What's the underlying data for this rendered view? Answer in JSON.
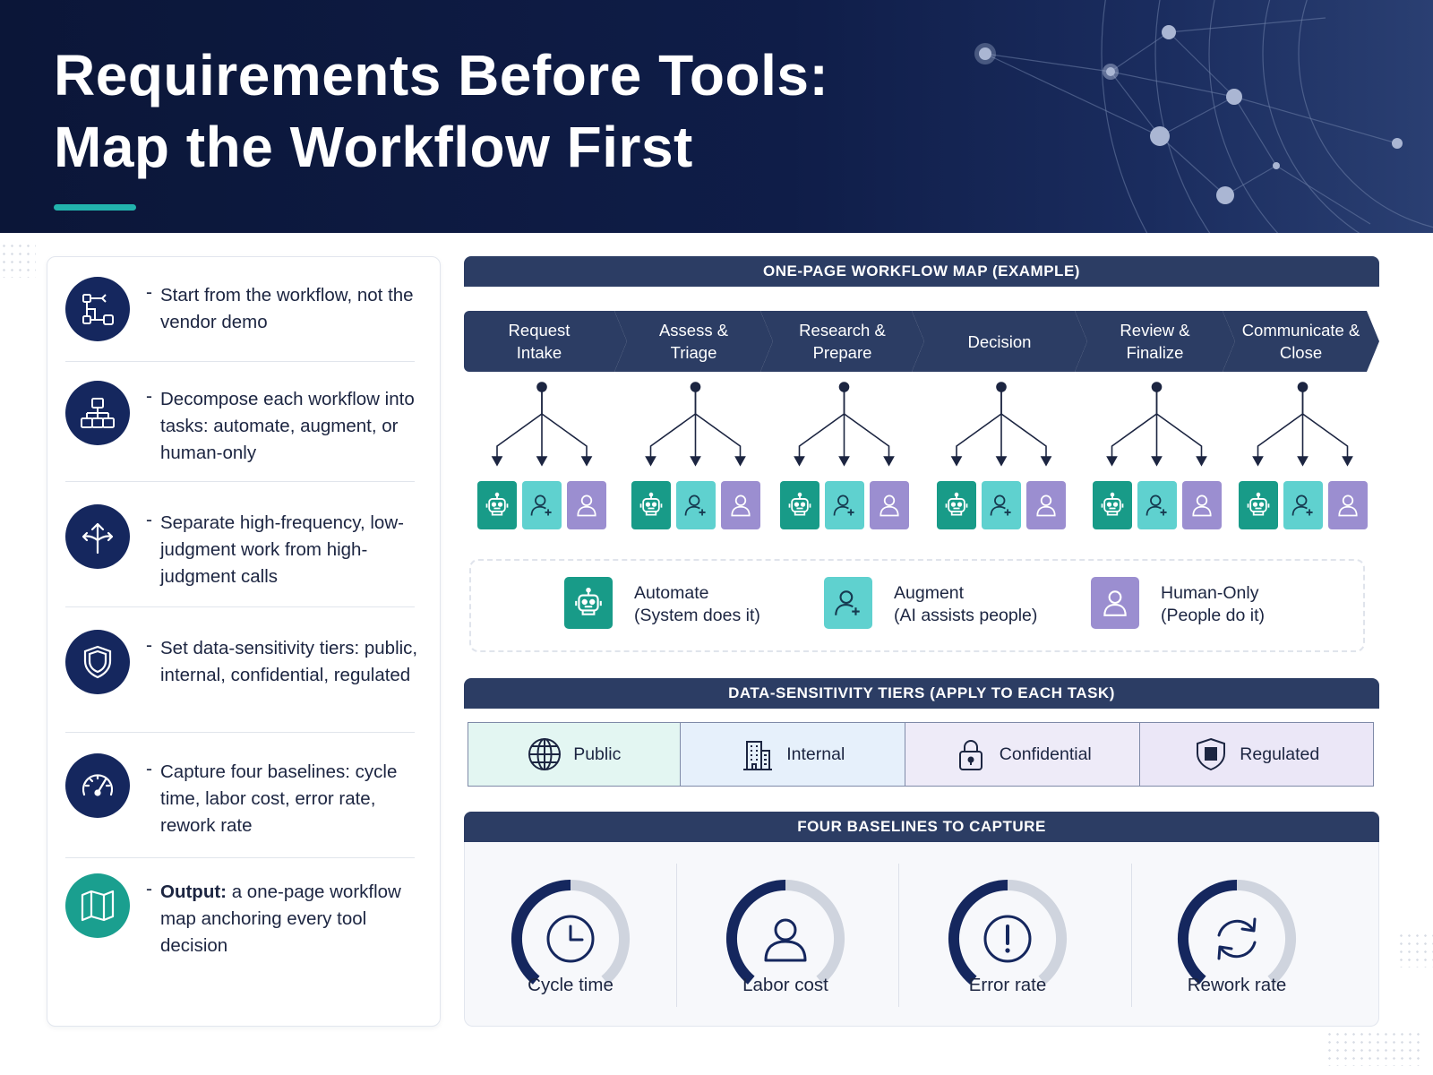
{
  "header": {
    "title_line1": "Requirements Before Tools:",
    "title_line2": "Map the Workflow First"
  },
  "points": [
    {
      "icon": "workflow-icon",
      "bold": "",
      "text": "Start from the workflow, not the vendor demo"
    },
    {
      "icon": "hierarchy-icon",
      "bold": "",
      "text": "Decompose each workflow into tasks: automate, augment, or human-only"
    },
    {
      "icon": "split-arrows-icon",
      "bold": "",
      "text": "Separate high-frequency, low-judgment work from high-judgment calls"
    },
    {
      "icon": "shield-icon",
      "bold": "",
      "text": "Set data-sensitivity tiers: public, internal, confidential, regulated"
    },
    {
      "icon": "speedometer-icon",
      "bold": "",
      "text": "Capture four baselines: cycle time, labor cost, error rate, rework rate"
    },
    {
      "icon": "map-icon",
      "bold": "Output:",
      "text": " a one-page workflow map anchoring every tool decision"
    }
  ],
  "workflow": {
    "title": "ONE-PAGE WORKFLOW MAP (EXAMPLE)",
    "steps": [
      {
        "line1": "Request",
        "line2": "Intake"
      },
      {
        "line1": "Assess &",
        "line2": "Triage"
      },
      {
        "line1": "Research &",
        "line2": "Prepare"
      },
      {
        "line1": "Decision",
        "line2": ""
      },
      {
        "line1": "Review &",
        "line2": "Finalize"
      },
      {
        "line1": "Communicate &",
        "line2": "Close"
      }
    ],
    "task_icons": [
      "robot-icon",
      "person-plus-icon",
      "person-icon"
    ]
  },
  "legend": {
    "automate": {
      "label": "Automate",
      "desc": "(System does it)"
    },
    "augment": {
      "label": "Augment",
      "desc": "(AI assists people)"
    },
    "human": {
      "label": "Human-Only",
      "desc": "(People do it)"
    }
  },
  "tiers": {
    "title": "DATA-SENSITIVITY TIERS (APPLY TO EACH TASK)",
    "items": [
      {
        "label": "Public",
        "icon": "globe-icon",
        "color": "#e3f6f2"
      },
      {
        "label": "Internal",
        "icon": "building-icon",
        "color": "#e6f0fb"
      },
      {
        "label": "Confidential",
        "icon": "lock-icon",
        "color": "#eeebf8"
      },
      {
        "label": "Regulated",
        "icon": "shield-icon",
        "color": "#ebe7f7"
      }
    ]
  },
  "baselines": {
    "title": "FOUR BASELINES TO CAPTURE",
    "items": [
      {
        "label": "Cycle time",
        "icon": "clock-icon"
      },
      {
        "label": "Labor cost",
        "icon": "person-icon"
      },
      {
        "label": "Error rate",
        "icon": "alert-icon"
      },
      {
        "label": "Rework rate",
        "icon": "refresh-icon"
      }
    ]
  },
  "colors": {
    "navy": "#15275e",
    "bar": "#2c3d64",
    "teal_accent": "#22b3ad",
    "automate": "#189b88",
    "augment": "#5fd1cf",
    "human": "#9b8ed0"
  }
}
